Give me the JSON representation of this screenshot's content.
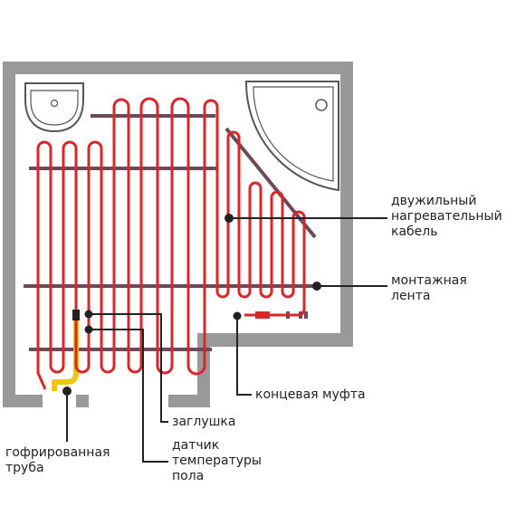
{
  "labels": {
    "cable": "двужильный\nнагревательный\nкабель",
    "tape": "монтажная\nлента",
    "coupling": "концевая муфта",
    "plug": "заглушка",
    "sensor": "датчик\nтемпературы\nпола",
    "conduit": "гофрированная\nтруба"
  },
  "colors": {
    "wall": "#999999",
    "cable": "#d8262a",
    "tape": "#6b4a5a",
    "conduit": "#f1c40f",
    "leader": "#222222",
    "fixture": "#555555"
  },
  "icons": [
    "sink-icon",
    "shower-tray-icon"
  ]
}
